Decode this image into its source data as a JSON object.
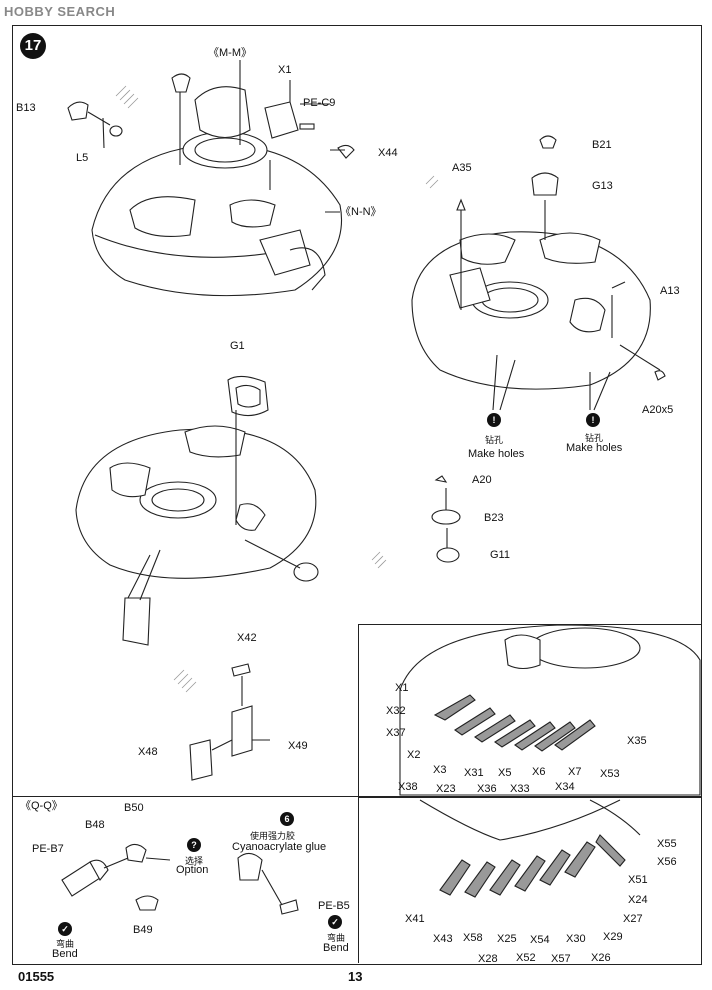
{
  "watermark": {
    "brand": "HOBBY",
    "rest": "SEARCH"
  },
  "step": "17",
  "sections": {
    "mm": "《M-M》",
    "nn": "《N-N》",
    "qq": "《Q-Q》"
  },
  "parts": {
    "b13": "B13",
    "l5": "L5",
    "x1_top": "X1",
    "pe_c9": "PE-C9",
    "x44": "X44",
    "b21": "B21",
    "g13": "G13",
    "a35": "A35",
    "a13": "A13",
    "a20x5": "A20x5",
    "g1": "G1",
    "a20": "A20",
    "b23": "B23",
    "g11": "G11",
    "x42": "X42",
    "x48": "X48",
    "x49": "X49",
    "b50": "B50",
    "b48": "B48",
    "pe_b7": "PE-B7",
    "b49": "B49",
    "pe_b5": "PE-B5",
    "x1": "X1",
    "x32": "X32",
    "x37": "X37",
    "x2": "X2",
    "x38": "X38",
    "x3": "X3",
    "x23": "X23",
    "x31": "X31",
    "x36": "X36",
    "x5": "X5",
    "x33": "X33",
    "x6": "X6",
    "x34": "X34",
    "x7": "X7",
    "x53": "X53",
    "x35": "X35",
    "x55": "X55",
    "x56": "X56",
    "x51": "X51",
    "x24": "X24",
    "x27": "X27",
    "x29": "X29",
    "x41": "X41",
    "x43": "X43",
    "x58": "X58",
    "x25": "X25",
    "x54": "X54",
    "x30": "X30",
    "x28": "X28",
    "x52": "X52",
    "x57": "X57",
    "x26": "X26"
  },
  "notes": {
    "drill_cn": "钻孔",
    "drill_en": "Make holes",
    "option_cn": "选择",
    "option_en": "Option",
    "glue_cn": "使用强力胶",
    "glue_en": "Cyanoacrylate glue",
    "bend_cn": "弯曲",
    "bend_en": "Bend"
  },
  "icons": {
    "drill": "drill-icon",
    "option": "question-icon",
    "glue": "glue-icon",
    "bend": "bend-icon"
  },
  "footer": {
    "kit": "01555",
    "page": "13"
  }
}
